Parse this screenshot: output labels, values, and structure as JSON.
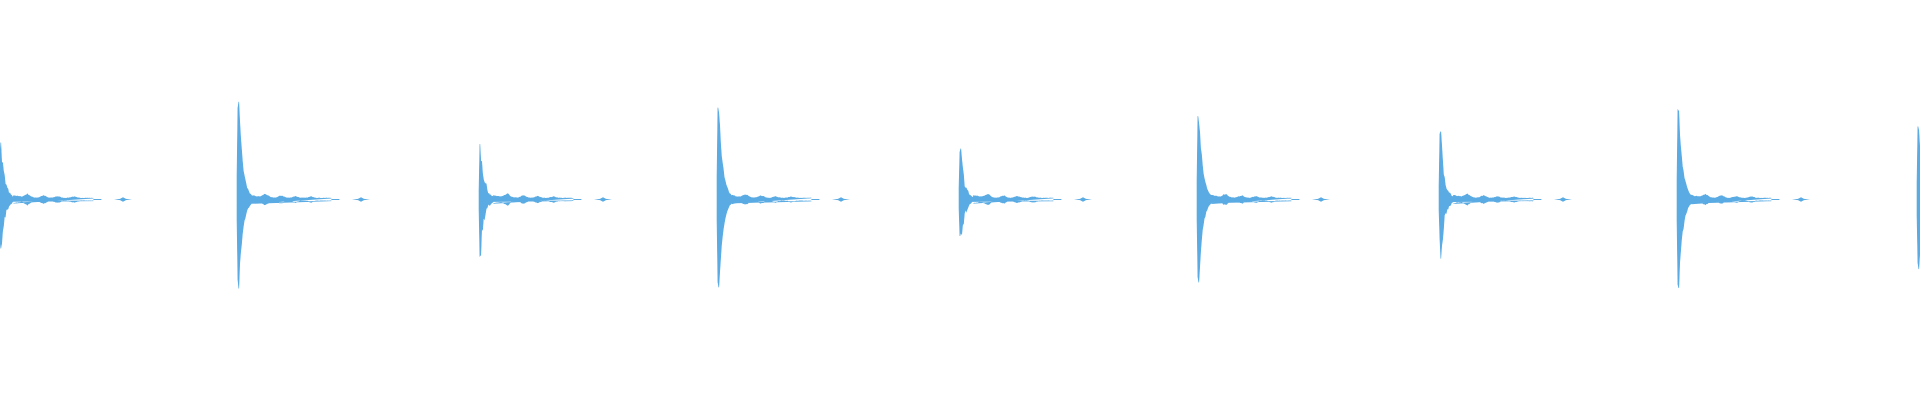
{
  "waveform": {
    "color": "#5aabe3",
    "background": "#ffffff",
    "events": [
      {
        "peak": 0.62,
        "attack_shape": "ragged"
      },
      {
        "peak": 1.0,
        "attack_shape": "spike"
      },
      {
        "peak": 0.58,
        "attack_shape": "ragged"
      },
      {
        "peak": 0.99,
        "attack_shape": "spike"
      },
      {
        "peak": 0.52,
        "attack_shape": "ragged"
      },
      {
        "peak": 0.9,
        "attack_shape": "spike"
      },
      {
        "peak": 0.68,
        "attack_shape": "ragged"
      },
      {
        "peak": 0.95,
        "attack_shape": "spike"
      },
      {
        "peak": 0.78,
        "attack_shape": "spike"
      }
    ]
  }
}
